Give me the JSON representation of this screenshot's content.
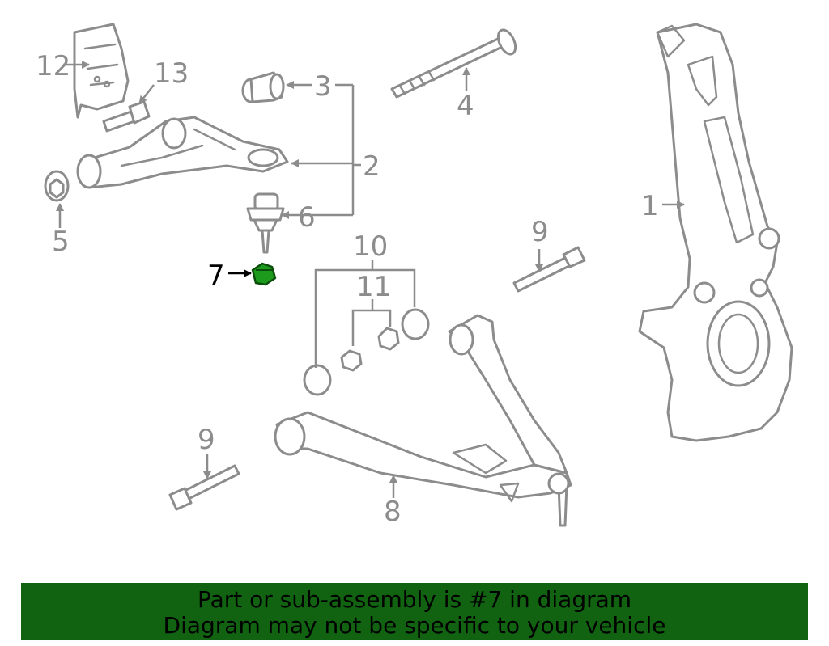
{
  "callouts": {
    "c1": "1",
    "c2": "2",
    "c3": "3",
    "c4": "4",
    "c5": "5",
    "c6": "6",
    "c7": "7",
    "c8": "8",
    "c9a": "9",
    "c9b": "9",
    "c10": "10",
    "c11": "11",
    "c12": "12",
    "c13": "13"
  },
  "highlighted_part": "7",
  "colors": {
    "highlight": "#1c9a1c",
    "banner": "#116311",
    "lines": "#8c8c8c"
  },
  "banner": {
    "line1": "Part or sub-assembly is #7 in diagram",
    "line2": "Diagram may not be specific to your vehicle"
  }
}
